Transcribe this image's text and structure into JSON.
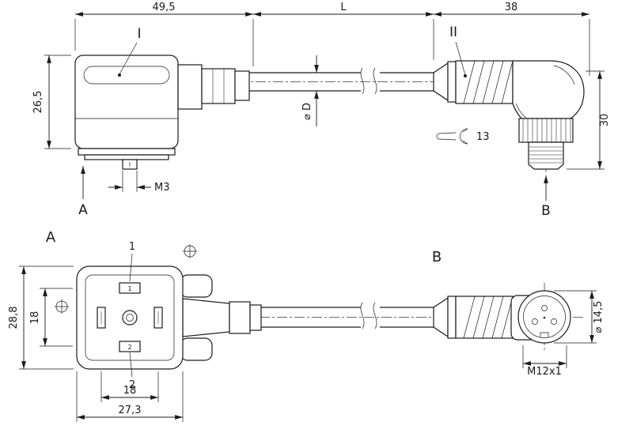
{
  "colors": {
    "line": "#1a1a1a",
    "background": "#ffffff",
    "centerline": "#3a3a3a"
  },
  "side_view": {
    "dims": {
      "connector1_length": "49,5",
      "cable_length": "L",
      "connector2_length": "38",
      "connector1_height": "26,5",
      "connector2_height": "30",
      "cable_diameter": "⌀ D",
      "screw_thread": "M3",
      "wrench_size": "13"
    },
    "labels": {
      "part1": "I",
      "part2": "II",
      "view_direction_a": "A",
      "view_direction_b": "B"
    }
  },
  "face_views": {
    "labels": {
      "view_a": "A",
      "view_b": "B",
      "pin1": "1",
      "pin2": "2",
      "pin1_mark": "1",
      "pin2_mark": "2"
    },
    "dims": {
      "outer_height": "28,8",
      "pin_spacing_vertical": "18",
      "pin_spacing_horizontal": "18",
      "outer_width": "27,3",
      "thread": "M12x1",
      "flange_diameter": "⌀ 14,5"
    }
  },
  "icons": {
    "wrench": "open-end-wrench-icon",
    "ground": "earth-ground-icon",
    "break": "cable-break-icon"
  }
}
